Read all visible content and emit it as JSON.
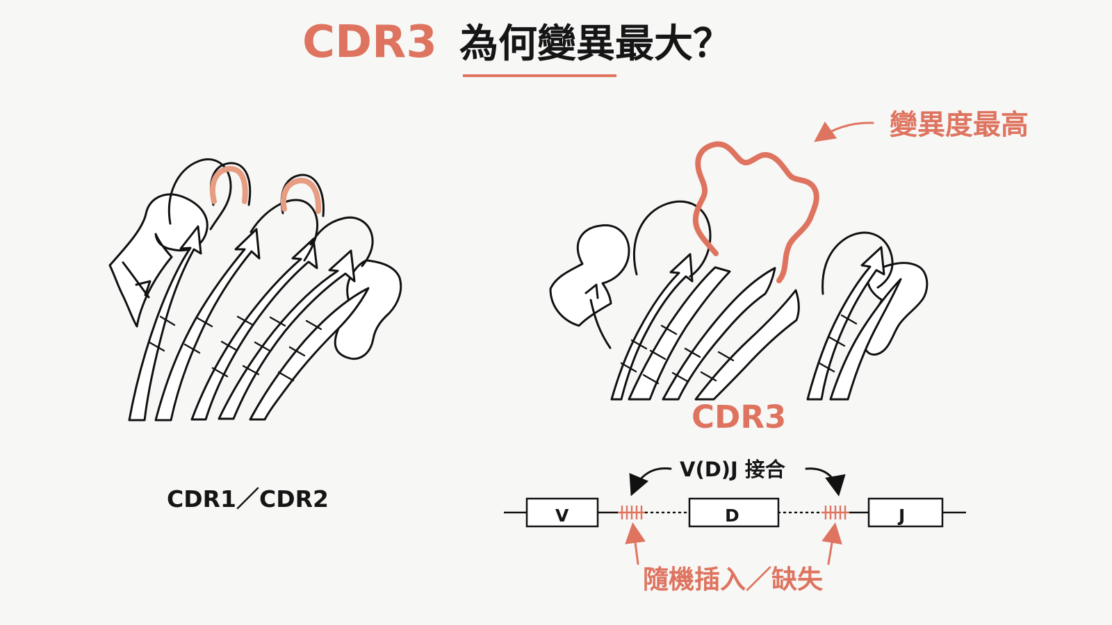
{
  "title": {
    "prefix": "CDR3",
    "main": "為何變異最大？"
  },
  "left_panel": {
    "label": "CDR1／CDR2"
  },
  "right_panel": {
    "annotation": "變異度最高",
    "cdr3_label": "CDR3"
  },
  "gene_diagram": {
    "junction_label": "V(D)J 接合",
    "segments": [
      "V",
      "D",
      "J"
    ],
    "note": "隨機插入／缺失"
  },
  "colors": {
    "accent": "#de745f",
    "text": "#151515",
    "background": "#f7f7f6"
  }
}
